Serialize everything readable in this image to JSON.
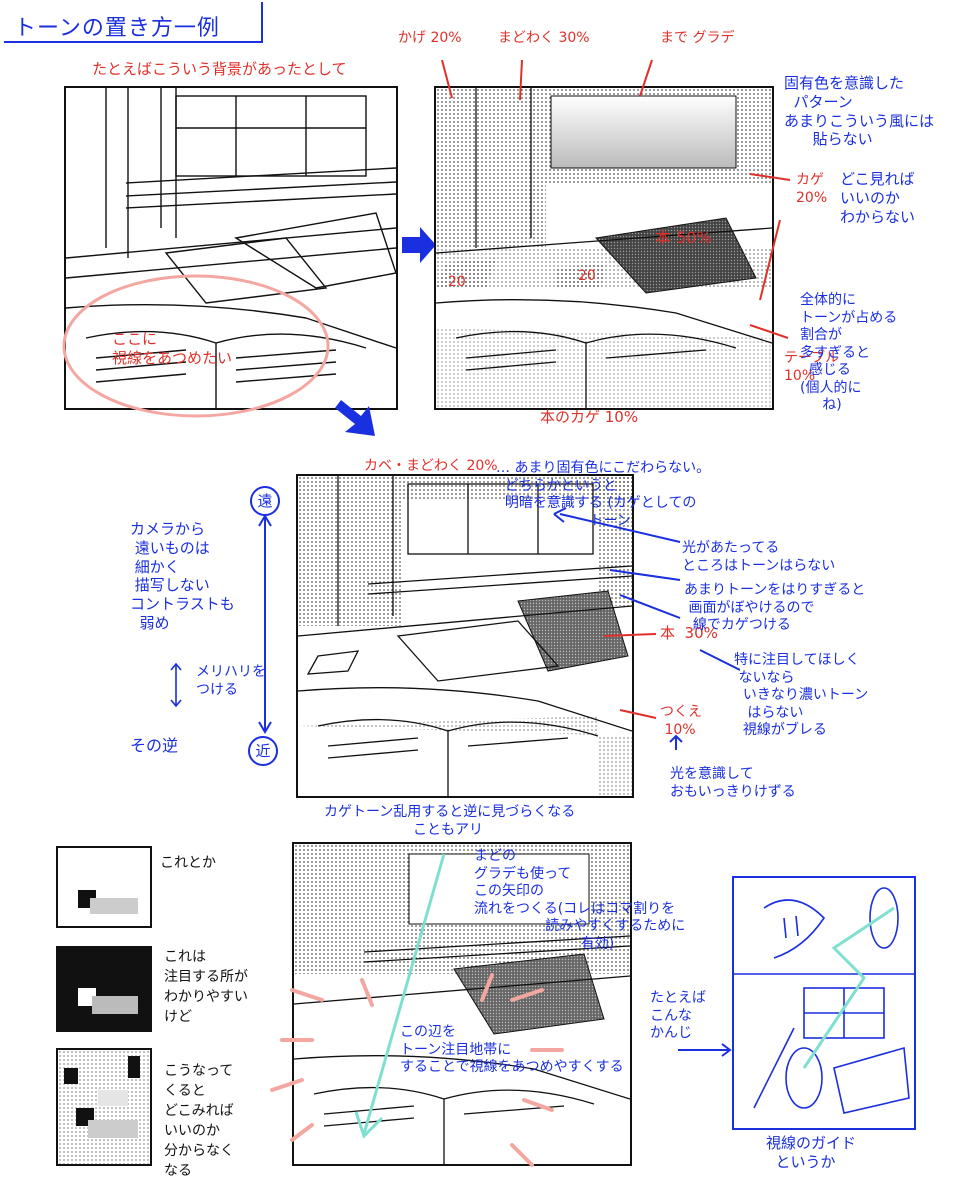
{
  "title": "トーンの置き方一例",
  "panel1": {
    "caption": "たとえばこういう背景があったとして",
    "focus_note": "ここに\n視線をあつめたい"
  },
  "panel2": {
    "labels": {
      "shadow20_top": "かげ 20%",
      "rough30": "まどわく 30%",
      "gradation": "まで グラデ",
      "book50": "本 50%",
      "n20a": "20",
      "n20b": "20",
      "book_shadow": "本のカゲ 10%",
      "shadow20_right": "カゲ\n20%",
      "table10": "テーブル\n10%"
    },
    "notes": {
      "pattern": "固有色を意識した\n  パターン\nあまりこういう風には\n      貼らない",
      "where_look": "どこ見れば\nいいのか\nわからない",
      "too_much": "全体的に\nトーンが占める\n割合が\n多すぎると\n  感じる\n(個人的に\n     ね)"
    }
  },
  "panel3": {
    "labels": {
      "shadow_frame": "カベ・まどわく 20%",
      "book30": "本  30%",
      "desk10": "つくえ\n 10%"
    },
    "notes": {
      "no_local_color": "… あまり固有色にこだわらない。\n  どちらかというと\n  明暗を意識する (カゲとしての\n                     トーン",
      "light_hit": "光があたってる\nところはトーンはらない",
      "too_much_tone": "あまりトーンをはりすぎると\n 画面がぼやけるので\n  線でカゲつける",
      "not_focus": "特に注目してほしく\n ないなら\n  いきなり濃いトーン\n   はらない\n  視線がブレる",
      "light_bold": "光を意識して\nおもいっきりけずる",
      "far_label": "遠",
      "near_label": "近",
      "camera_far": "カメラから\n 遠いものは\n 細かく\n 描写しない\nコントラストも\n  弱め",
      "contrast": "メリハリを\nつける",
      "opposite": "その逆"
    }
  },
  "panel4": {
    "labels": {
      "warning": "カゲトーン乱用すると逆に見づらくなる\n                    こともアリ",
      "grad_note": "まどの\nグラデも使って\nこの矢印の\n流れをつくる(コレはコマ割りを\n                読みやすくするために\n                        有効)",
      "eye_guide": "この辺を\nトーン注目地帯に\nすることで視線をあつめやすくする",
      "example": "たとえば\nこんな\nかんじ",
      "caption": "視線のガイド\n  というか"
    }
  },
  "thumbs": [
    {
      "caption": "これとか"
    },
    {
      "caption": "これは\n注目する所が\nわかりやすい\nけど"
    },
    {
      "caption": "こうなって\nくると\nどこみれば\nいいのか\n分からなく\nなる"
    }
  ]
}
